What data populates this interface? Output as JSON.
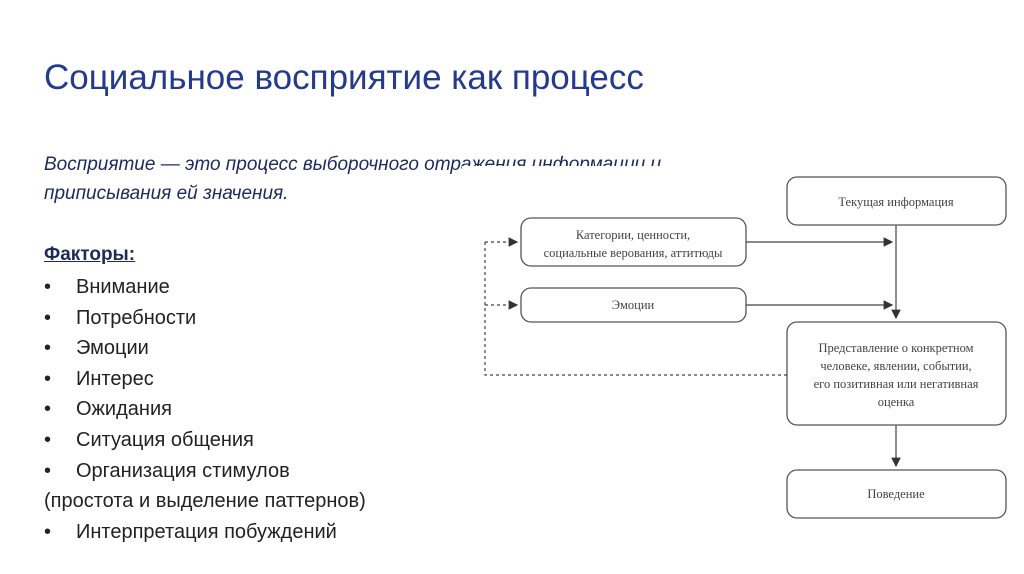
{
  "title": "Социальное восприятие как процесс",
  "definition": {
    "line1": "Восприятие — это процесс выборочного отражения информации и",
    "line2": "приписывания ей значения."
  },
  "factors": {
    "heading": "Факторы:",
    "bullet": "•",
    "items": [
      {
        "bullet": true,
        "text": "Внимание"
      },
      {
        "bullet": true,
        "text": "Потребности"
      },
      {
        "bullet": true,
        "text": "Эмоции"
      },
      {
        "bullet": true,
        "text": "Интерес"
      },
      {
        "bullet": true,
        "text": "Ожидания"
      },
      {
        "bullet": true,
        "text": "Ситуация общения"
      },
      {
        "bullet": true,
        "text": "Организация стимулов"
      },
      {
        "bullet": false,
        "text": "(простота и выделение паттернов)"
      },
      {
        "bullet": true,
        "text": "Интерпретация побуждений"
      }
    ]
  },
  "diagram": {
    "current_info": "Текущая информация",
    "categories": [
      "Категории, ценности,",
      "социальные верования, аттитюды"
    ],
    "emotions": "Эмоции",
    "representation": [
      "Представление о конкретном",
      "человеке, явлении, событии,",
      "его позитивная или негативная",
      "оценка"
    ],
    "behavior": "Поведение"
  }
}
